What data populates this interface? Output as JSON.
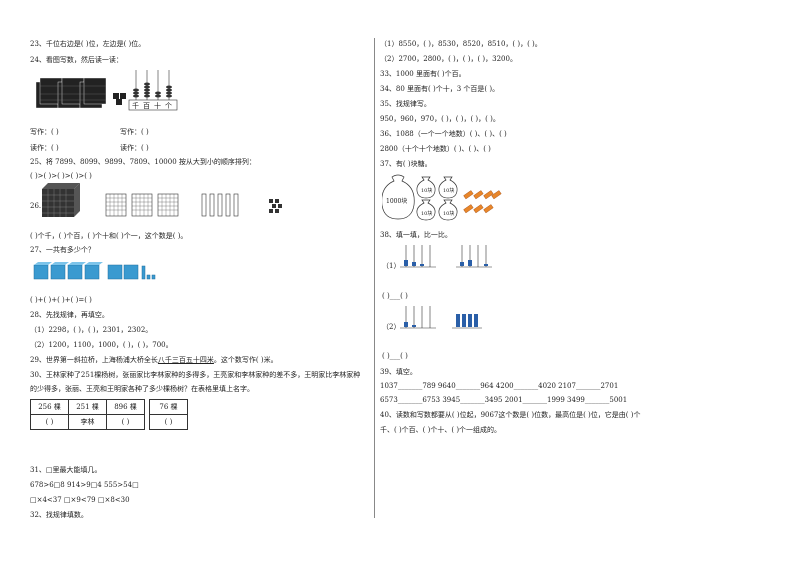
{
  "left": {
    "q23": "23、千位右边是(       )位，左边是(       )位。",
    "q24": "24、看图写数，然后读一读：",
    "q24_abacus_labels": [
      "千",
      "百",
      "十",
      "个"
    ],
    "q24_write_1": "写作：(                    )",
    "q24_write_2": "写作：(                    )",
    "q24_read_1": "读作：(                    )",
    "q24_read_2": "读作：(                    )",
    "q25": "25、将 7899、8099、9899、7809、10000 按从大到小的顺序排列：",
    "q25_blanks": "(        )>(        )>(        )>(        )>(        )",
    "q26_label": "26.",
    "q26_text": "(       )个千，(       )个百，(       )个十和(       )个一，这个数是(       )。",
    "q27": "27、一共有多少个？",
    "q27_blanks": "(        )+(        )+(        )+(        )=(        )",
    "q28": "28、先找规律，再填空。",
    "q28_1": "（1）2298，(         )，(         )，2301，2302。",
    "q28_2": "（2）1200，1100，1000，(         )，(         )，700。",
    "q29_a": "29、世界第一斜拉桥，上海杨浦大桥全长",
    "q29_u": "八千三百五十四米",
    "q29_b": "。这个数写作(           )米。",
    "q30_1": "30、王林家种了251棵杨树，张丽家比李林家种的多得多，王亮家和李林家种的差不多，王明家比李林家种",
    "q30_2": "的少得多，张丽、王亮和王明家各种了多少棵杨树？在表格里填上名字。",
    "q30_table_top": [
      "256 棵",
      "251 棵",
      "896 棵",
      "76 棵"
    ],
    "q30_table_bottom": [
      "(          )",
      "李林",
      "(          )",
      "(          )"
    ],
    "q31": "31、□里最大能填几。",
    "q31_r1": "678>6□8    914>9□4    555>54□",
    "q31_r2": "□×4<37    □×9<79    □×8<30",
    "q32": "32、找规律填数。"
  },
  "right": {
    "r1": "（1）8550，(         )，8530，8520，8510，(         )，(         )。",
    "r2": "（2）2700，2800，(         )，(         )，(         )，3200。",
    "q33": "33、1000 里面有(          )个百。",
    "q34": "34、80 里面有(          )个十，3 个百是(          )。",
    "q35": "35、找规律写。",
    "q35_seq": "950，960，970，(         )，(         )，(         )，(         )。",
    "q36_1": "36、1088（一个一个地数）(              )、(              )、(              )",
    "q36_2": "2800（十个十个地数）(              )、(              )、(              )",
    "q37": "37、有(              )块糖。",
    "q37_bag_big": "1000块",
    "q37_bag_small": "10块",
    "q38": "38、填一填，比一比。",
    "q38_1": "（1）",
    "q38_2": "（2）",
    "q38_cmp": "(        )___(        )",
    "q39": "39、填空。",
    "q39_r1": "1037_______789    9640_______964    4200_______4020    2107_______2701",
    "q39_r2": "6573_______6753    3945_______3495    2001_______1999    3499_______5001",
    "q40_1": "40、读数和写数都要从(          )位起，9067这个数是(          )位数，最高位是(          )位，它是由(          )个",
    "q40_2": "千、(          )个百、(          )个十、(          )个一组成的。"
  },
  "colors": {
    "cube": "#3a9ad0",
    "text": "#222222",
    "divider": "#888888"
  }
}
